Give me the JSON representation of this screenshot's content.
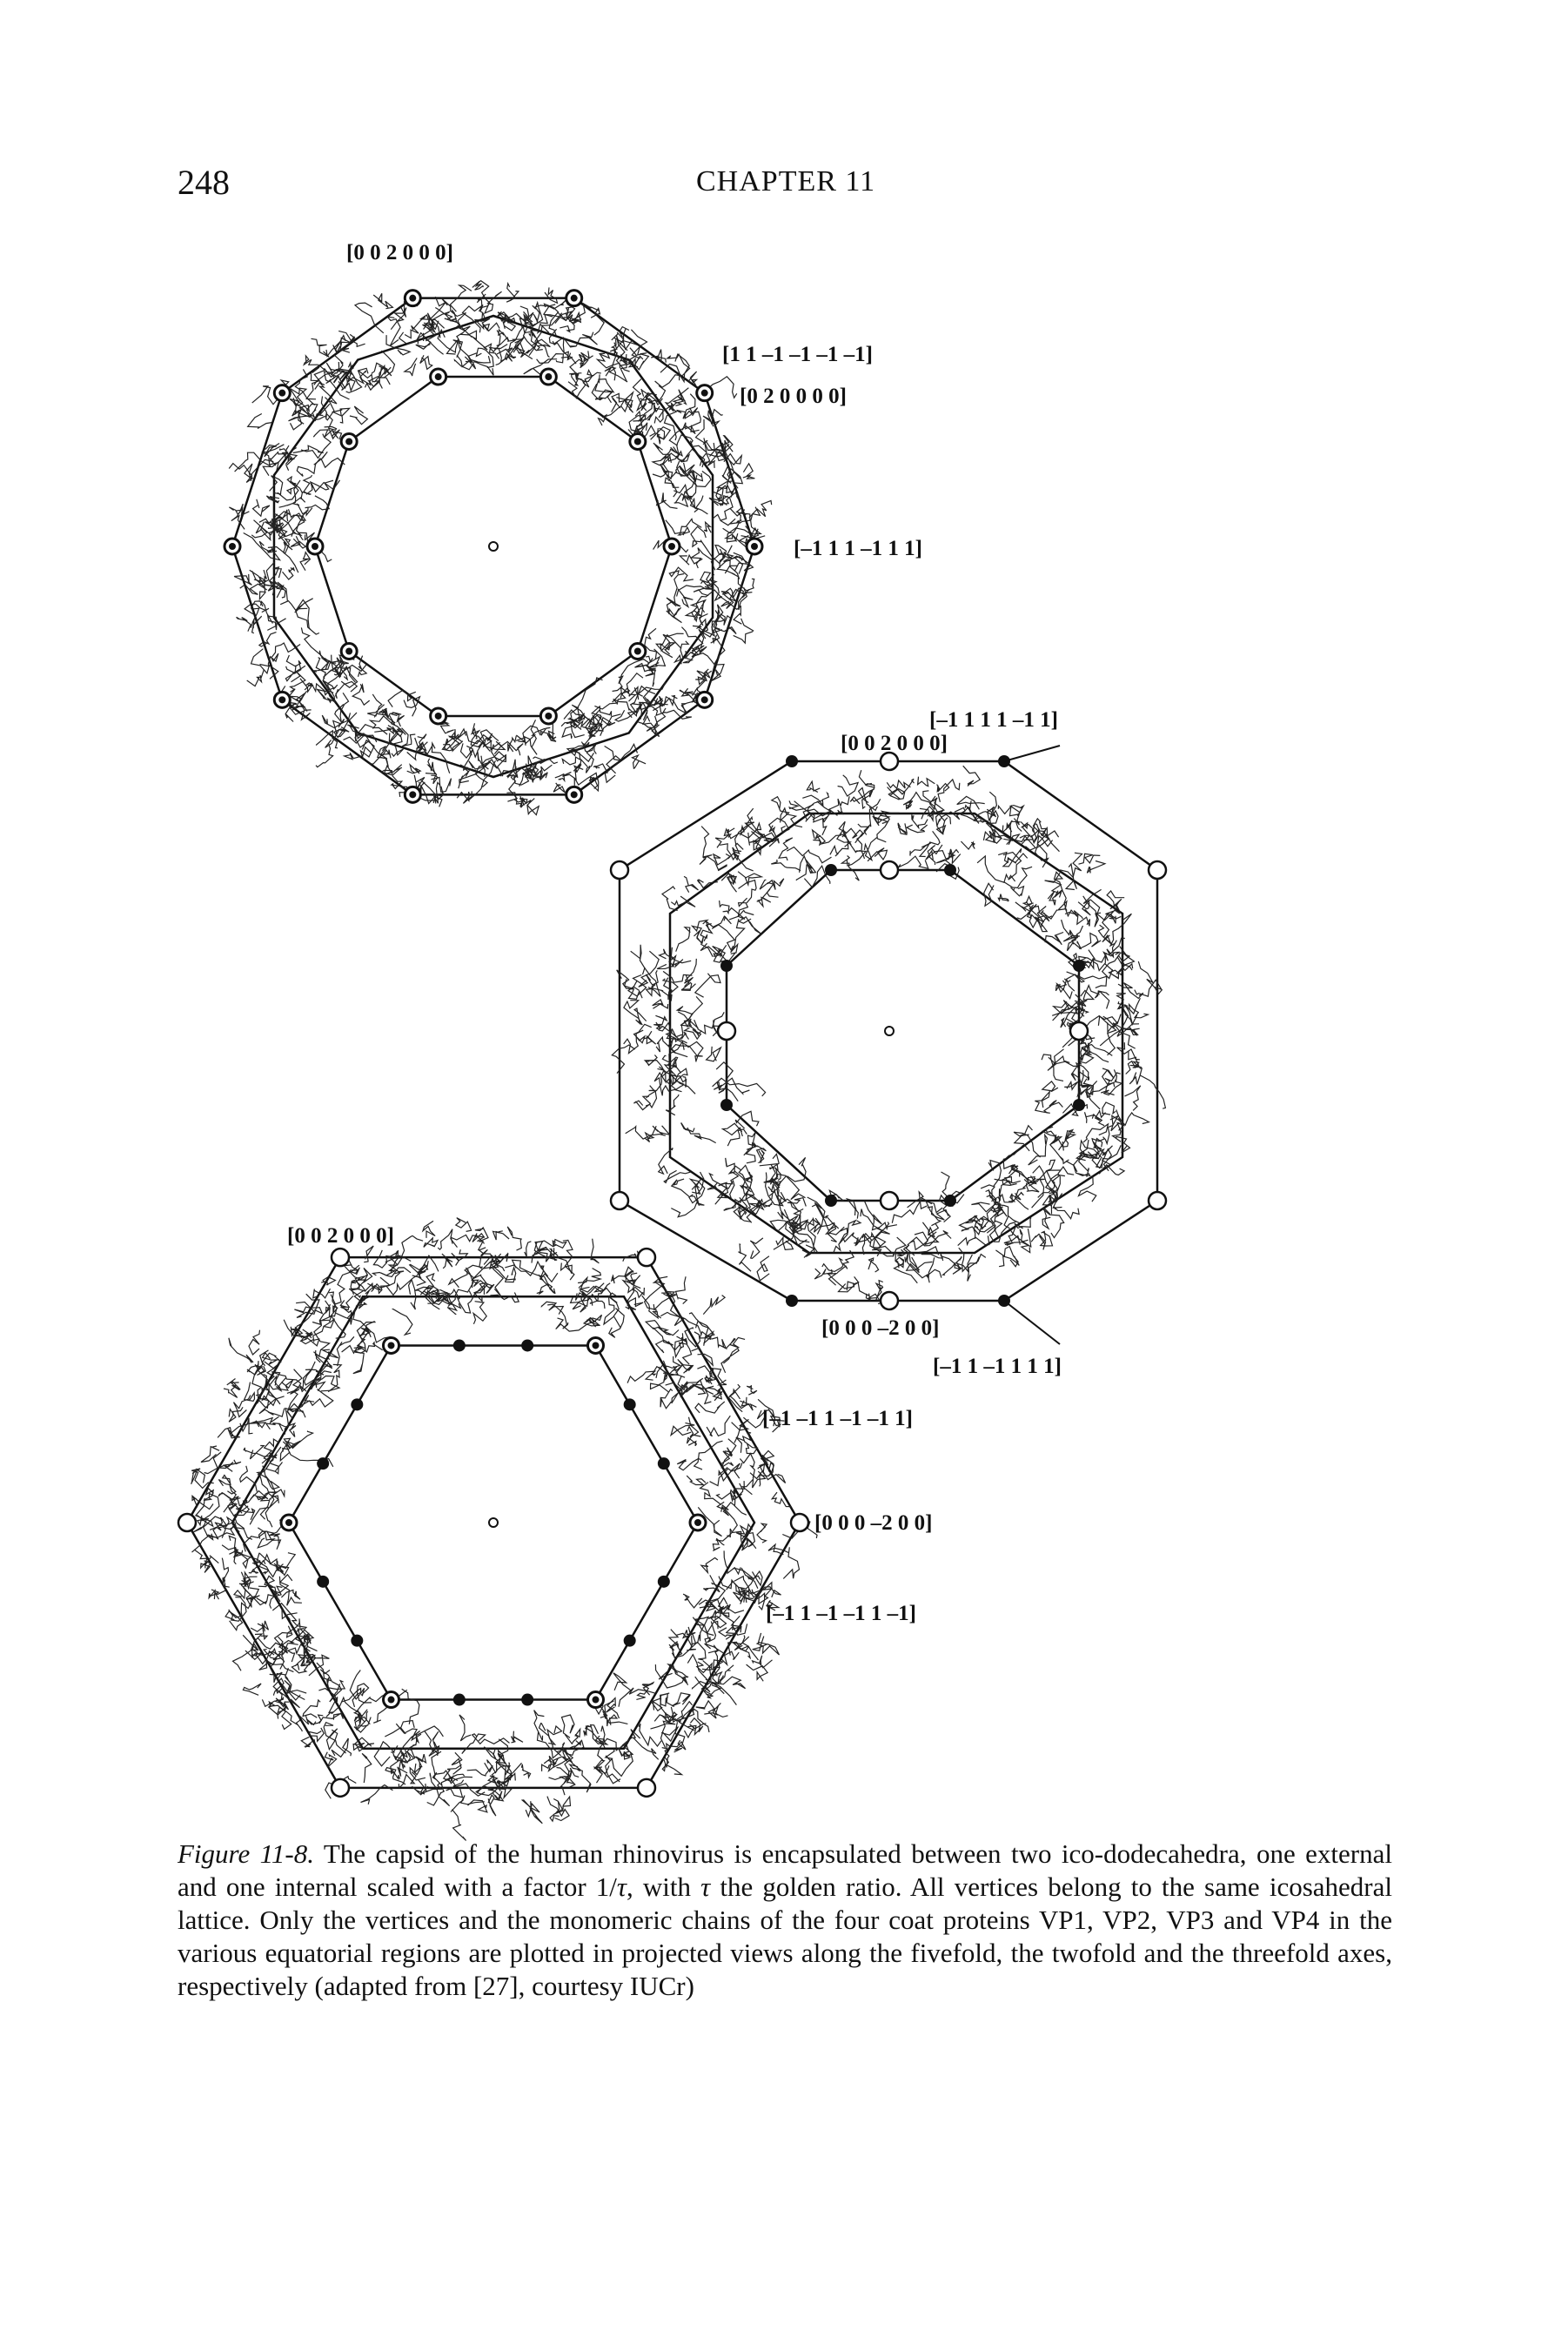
{
  "header": {
    "page_number": "248",
    "running_head": "CHAPTER 11"
  },
  "figure": {
    "fivefold_view": {
      "labels": [
        "[0 0 2 0 0 0]",
        "[1 1 –1 –1 –1 –1]",
        "[0 2 0 0 0 0]",
        "[–1 1 1 –1 1 1]"
      ]
    },
    "twofold_view": {
      "labels": [
        "[–1 1 1 1 –1 1]",
        "[0 0 2 0 0 0]",
        "[0 0 0 –2 0 0]",
        "[–1 1 –1 1 1 1]"
      ]
    },
    "threefold_view": {
      "labels": [
        "[0 0 2 0 0 0]",
        "[–1 –1 1 –1 –1 1]",
        "[0 0 0 –2 0 0]",
        "[–1 1 –1 –1 1 –1]"
      ]
    }
  },
  "caption": {
    "lead": "Figure 11-8.",
    "before_tau1": " The capsid of the human rhinovirus is encapsulated between two ico-dodecahedra, one external and one internal scaled with a factor 1/",
    "tau_symbol": "τ",
    "between_tau": ", with ",
    "after_tau2": " the golden ratio. All vertices belong to the same icosahedral lattice. Only the vertices and the monomeric chains of the four coat proteins VP1, VP2, VP3 and VP4 in the various equatorial regions are plotted in projected views along the fivefold, the twofold and the threefold axes, respectively (adapted from [27], courtesy IUCr)"
  }
}
